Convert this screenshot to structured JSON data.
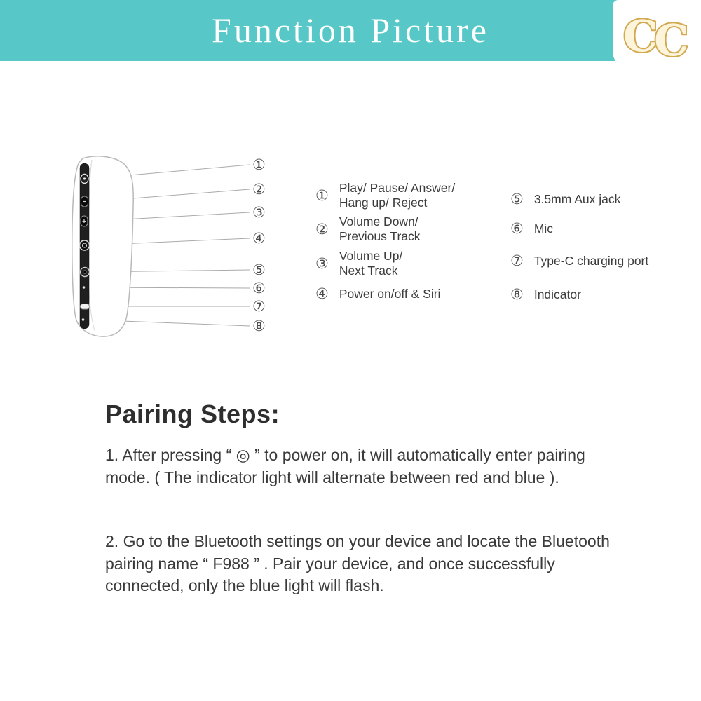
{
  "header": {
    "title": "Function Picture",
    "logo_initials": "CC"
  },
  "colors": {
    "banner_teal": "#58c7c8",
    "logo_gold": "#d2a94f",
    "body_text": "#3a3a3a"
  },
  "diagram": {
    "callouts": [
      "①",
      "②",
      "③",
      "④",
      "⑤",
      "⑥",
      "⑦",
      "⑧"
    ],
    "device_icons": [
      "multifunction-button-icon",
      "volume-down-button-icon",
      "volume-up-button-icon",
      "power-button-icon",
      "aux-jack-icon",
      "mic-hole-icon",
      "type-c-port-icon",
      "indicator-led-icon"
    ]
  },
  "legend": {
    "left": [
      {
        "num": "①",
        "label": "Play/ Pause/ Answer/\nHang up/ Reject"
      },
      {
        "num": "②",
        "label": "Volume Down/\nPrevious Track"
      },
      {
        "num": "③",
        "label": "Volume Up/\nNext Track"
      },
      {
        "num": "④",
        "label": "Power on/off &  Siri"
      }
    ],
    "right": [
      {
        "num": "⑤",
        "label": "3.5mm Aux jack"
      },
      {
        "num": "⑥",
        "label": "Mic"
      },
      {
        "num": "⑦",
        "label": "Type-C charging port"
      },
      {
        "num": "⑧",
        "label": "Indicator"
      }
    ]
  },
  "pairing": {
    "heading": "Pairing Steps:",
    "step1": "1. After pressing “ ◎ ” to power on, it will automatically enter pairing mode. ( The indicator light will alternate between red and blue ).",
    "step2": "2. Go to the Bluetooth settings on your device and locate the Bluetooth pairing name “ F988 ” . Pair your device, and once successfully connected, only the blue light will flash."
  }
}
